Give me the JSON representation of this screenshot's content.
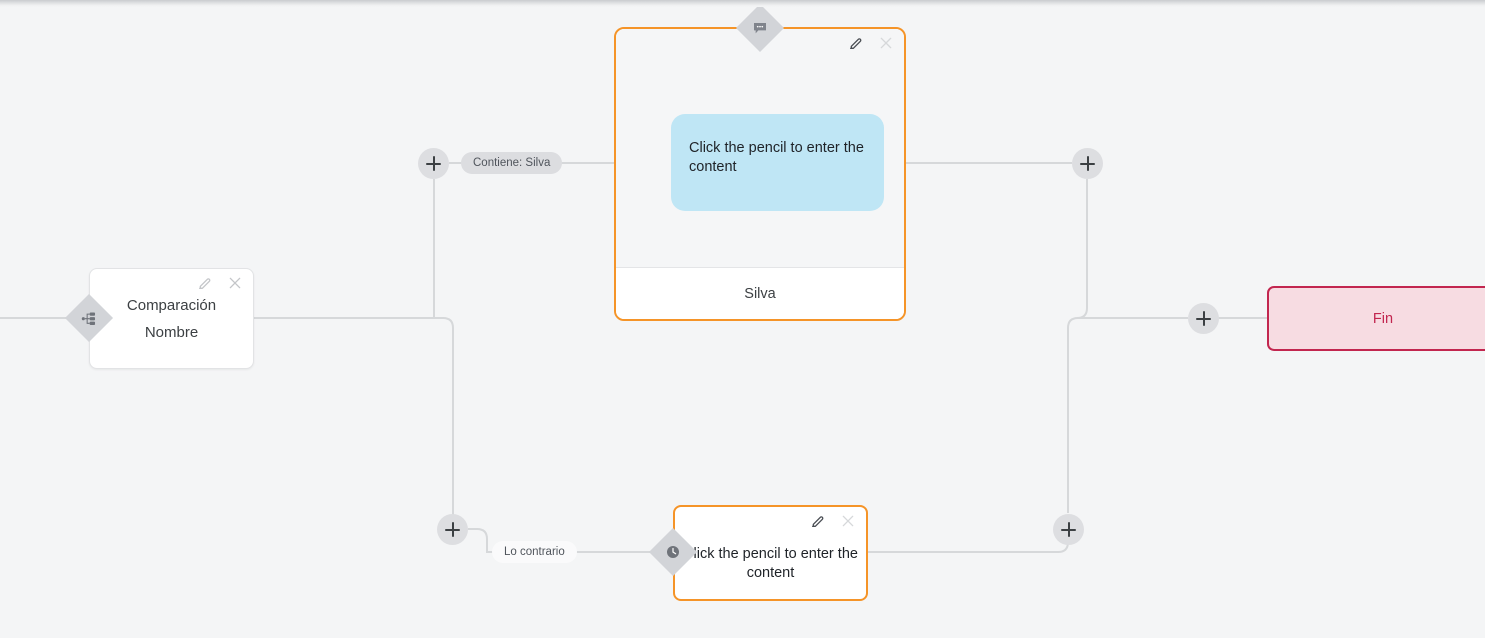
{
  "canvas": {
    "background_color": "#f4f5f6",
    "edge_color": "#d6d8da"
  },
  "nodes": {
    "comparison": {
      "title": "Comparación",
      "subtitle": "Nombre",
      "handle_icon": "branch-icon",
      "edit_icon": "pencil-icon",
      "close_icon": "close-icon"
    },
    "message_primary": {
      "handle_icon": "chat-bubble-icon",
      "bubble_text": "Click the pencil to enter the content",
      "bubble_color": "#bfe6f5",
      "footer_label": "Silva",
      "border_color": "#f59428",
      "edit_icon": "pencil-icon",
      "close_icon": "close-icon"
    },
    "message_secondary": {
      "handle_icon": "clock-icon",
      "text": "Click the pencil to enter the content",
      "border_color": "#f59428",
      "edit_icon": "pencil-icon",
      "close_icon": "close-icon"
    },
    "end": {
      "label": "Fin",
      "background_color": "#f7dce2",
      "border_color": "#c2264f",
      "text_color": "#c2264f"
    }
  },
  "edge_labels": {
    "true_branch": "Contiene: Silva",
    "false_branch": "Lo contrario"
  },
  "add_buttons": [
    {
      "name": "add-node-true-branch-left"
    },
    {
      "name": "add-node-true-branch-right"
    },
    {
      "name": "add-node-false-branch-left"
    },
    {
      "name": "add-node-false-branch-right"
    },
    {
      "name": "add-node-before-end"
    }
  ]
}
